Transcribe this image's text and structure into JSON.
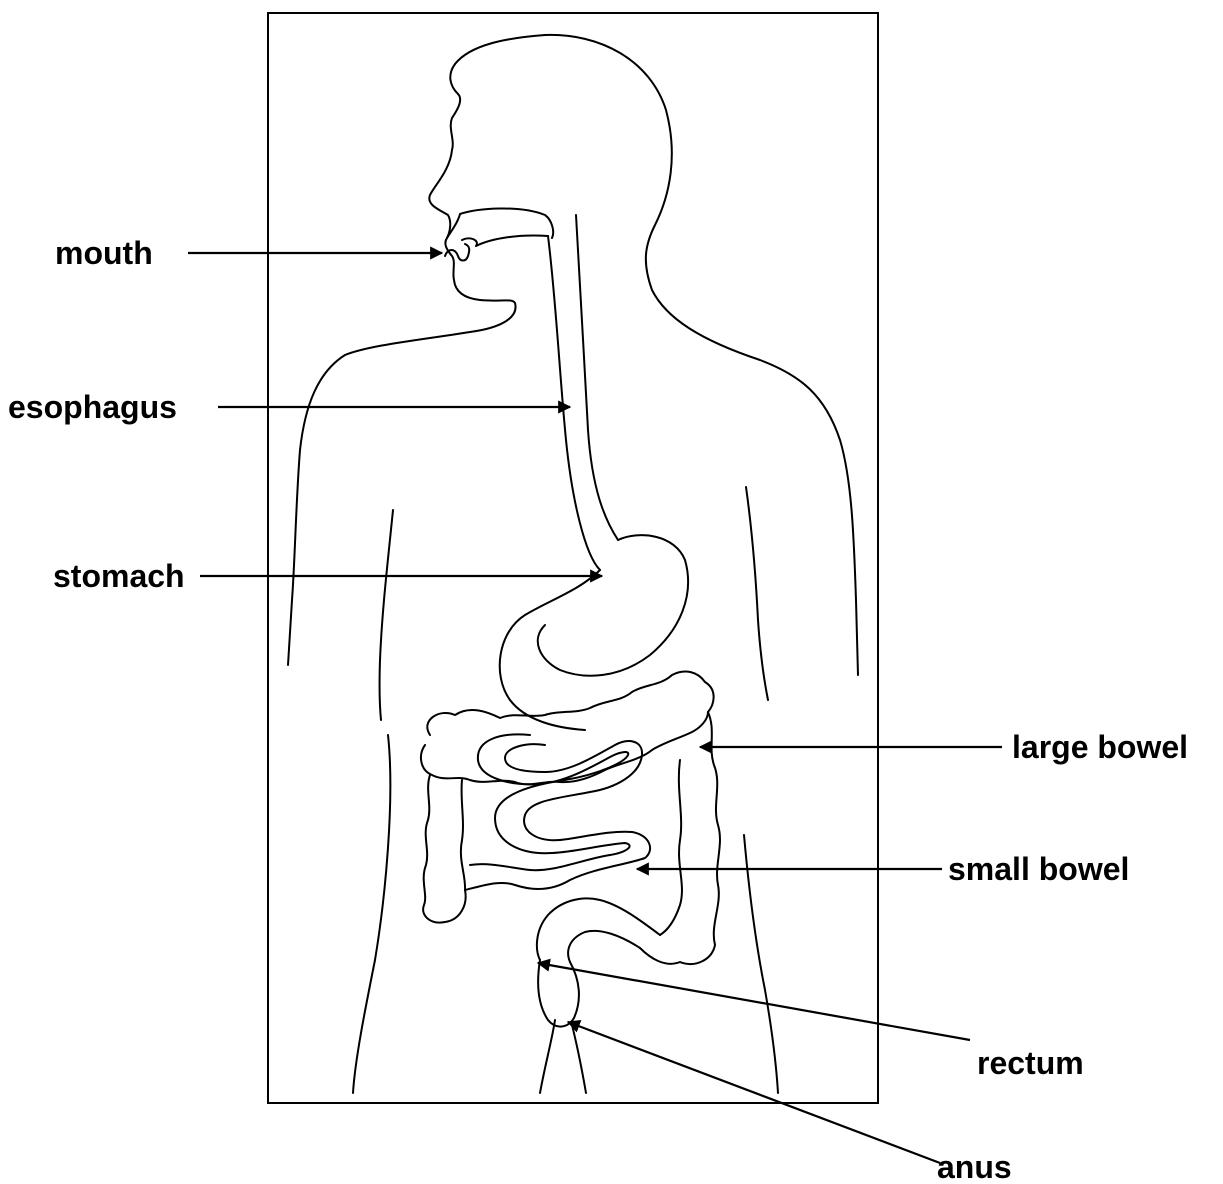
{
  "labels": {
    "mouth": "mouth",
    "esophagus": "esophagus",
    "stomach": "stomach",
    "large_bowel": "large bowel",
    "small_bowel": "small bowel",
    "rectum": "rectum",
    "anus": "anus"
  },
  "colors": {
    "line": "#000000",
    "background": "#ffffff"
  }
}
